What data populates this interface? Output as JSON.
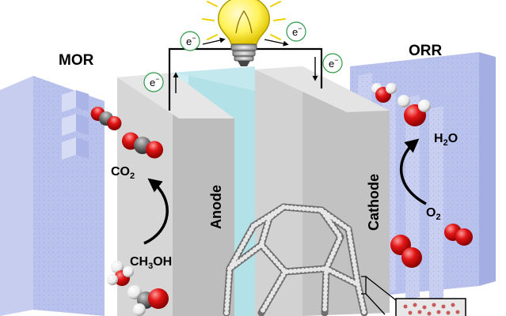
{
  "labels": {
    "mor": "MOR",
    "orr": "ORR",
    "anode": "Anode",
    "cathode": "Cathode"
  },
  "electrons": {
    "symbol": "e",
    "charge": "−"
  },
  "molecules": {
    "co2": {
      "base": "CO",
      "sub": "2"
    },
    "ch3oh": {
      "pre": "CH",
      "sub": "3",
      "post": "OH"
    },
    "h2o": {
      "pre": "H",
      "sub": "2",
      "post": "O"
    },
    "o2": {
      "base": "O",
      "sub": "2"
    }
  },
  "colors": {
    "flow_plate": "#b9c2ec",
    "electrode": "#d3d3d3",
    "membrane": "#b8e4ea",
    "oxygen_atom": "#e01515",
    "carbon_atom": "#777777",
    "hydrogen_atom": "#ffffff",
    "bulb": "#fff25a",
    "ray": "#f0d000",
    "electron_ring": "#2e9a4a"
  }
}
